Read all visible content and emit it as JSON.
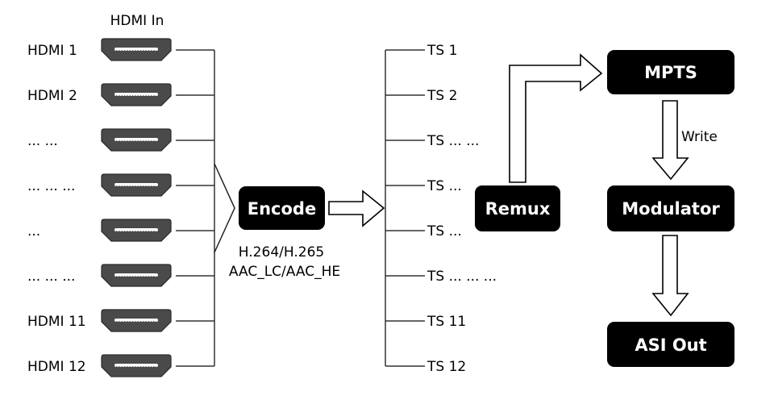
{
  "title": "HDMI In",
  "inputs": [
    {
      "label": "HDMI 1"
    },
    {
      "label": "HDMI 2"
    },
    {
      "label": "... ..."
    },
    {
      "label": "... ... ..."
    },
    {
      "label": "..."
    },
    {
      "label": "... ... ..."
    },
    {
      "label": "HDMI 11"
    },
    {
      "label": "HDMI 12"
    }
  ],
  "encode": {
    "label": "Encode",
    "video_codecs": "H.264/H.265",
    "audio_codecs": "AAC_LC/AAC_HE"
  },
  "streams": [
    {
      "label": "TS 1"
    },
    {
      "label": "TS 2"
    },
    {
      "label": "TS ... ..."
    },
    {
      "label": "TS ..."
    },
    {
      "label": "TS ..."
    },
    {
      "label": "TS ... ... ..."
    },
    {
      "label": "TS 11"
    },
    {
      "label": "TS 12"
    }
  ],
  "remux": {
    "label": "Remux"
  },
  "mpts": {
    "label": "MPTS"
  },
  "write_label": "Write",
  "modulator": {
    "label": "Modulator"
  },
  "asi_out": {
    "label": "ASI Out"
  },
  "colors": {
    "box_fill": "#000000",
    "box_text": "#ffffff",
    "connector_fill": "#4a4a4a",
    "line": "#333333"
  }
}
